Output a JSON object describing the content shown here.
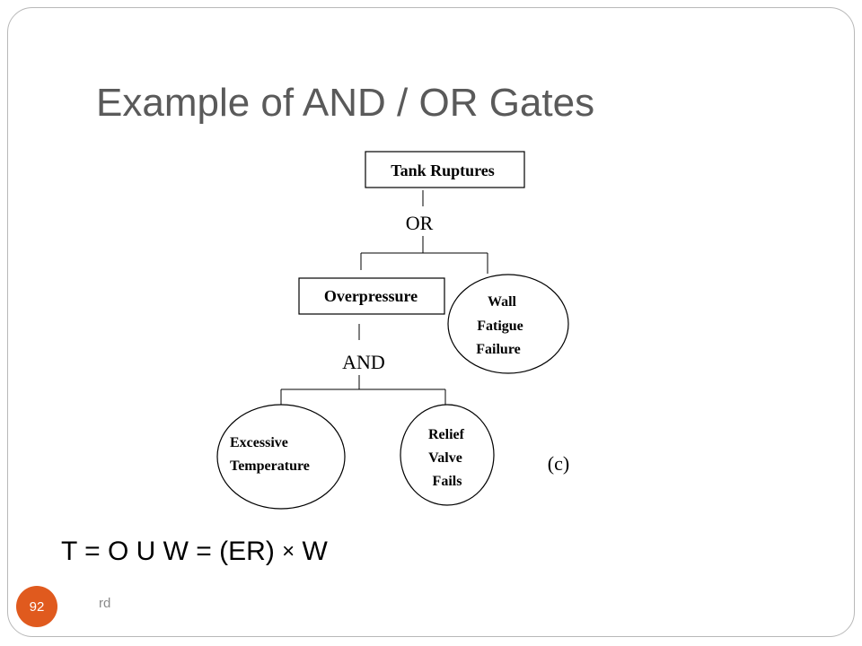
{
  "slide": {
    "title": "Example of AND / OR Gates",
    "formula_lhs": "T = O U W = (ER) ",
    "formula_op": "×",
    "formula_rhs": " W",
    "page_number": "92",
    "footer": "rd"
  },
  "diagram": {
    "top_event": "Tank Ruptures",
    "or_gate": "OR",
    "intermediate_event": "Overpressure",
    "wall_event": [
      "Wall",
      "Fatigue",
      "Failure"
    ],
    "and_gate": "AND",
    "excessive_event": [
      "Excessive",
      "Temperature"
    ],
    "relief_event": [
      "Relief",
      "Valve",
      "Fails"
    ],
    "caption": "(c)"
  },
  "colors": {
    "title": "#5a5a5a",
    "badge": "#e05a1e",
    "frame": "#b8b8b8"
  }
}
